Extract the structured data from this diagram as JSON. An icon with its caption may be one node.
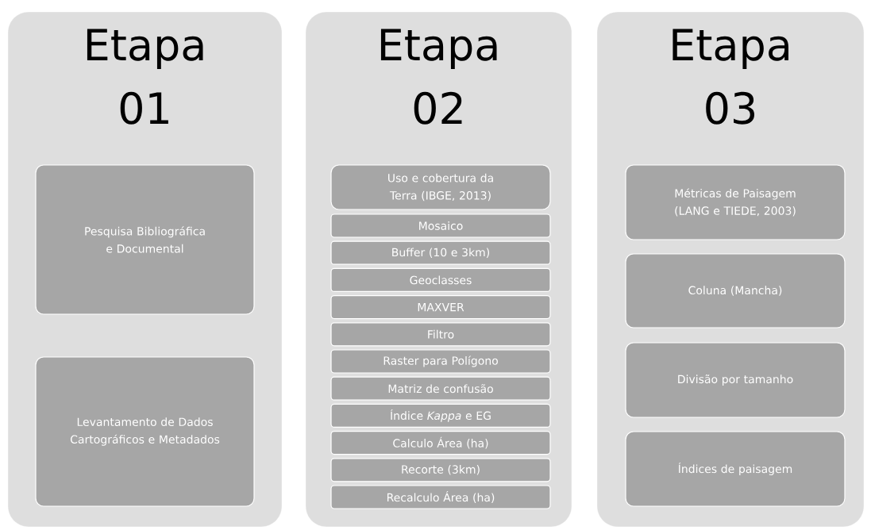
{
  "diagram": {
    "nodes": [
      {
        "text": [
          "Etapa 01"
        ]
      },
      {
        "text": [
          "Pesquisa Bibliográfica e Documental"
        ],
        "in": 0
      },
      {
        "text": [
          "Levantamento de Dados Cartográficos e Metadados"
        ],
        "in": 0
      },
      {
        "text": [
          "Etapa 02"
        ]
      },
      {
        "text": [
          "Uso e cobertura da Terra (IBGE, 2013)"
        ],
        "in": 3
      },
      {
        "text": [
          "Mosaico"
        ],
        "in": 3
      },
      {
        "text": [
          "Buffer (10 e 3km)"
        ],
        "in": 3
      },
      {
        "text": [
          "Geoclasses"
        ],
        "in": 3
      },
      {
        "text": [
          "MAXVER"
        ],
        "in": 3
      },
      {
        "text": [
          "Filtro"
        ],
        "in": 3
      },
      {
        "text": [
          "Raster para Polígono"
        ],
        "in": 3
      },
      {
        "text": [
          "Matriz de confusão"
        ],
        "in": 3
      },
      {
        "text": [
          "Índice *Kappa* e EG"
        ],
        "in": 3
      },
      {
        "text": [
          "Calculo Área (ha)"
        ],
        "in": 3
      },
      {
        "text": [
          "Recorte (3km)"
        ],
        "in": 3
      },
      {
        "text": [
          "Recalculo Área (ha)"
        ],
        "in": 3
      },
      {
        "text": [
          "Etapa 03"
        ]
      },
      {
        "text": [
          "Métricas de Paisagem (LANG e TIEDE, 2003)"
        ],
        "in": 16
      },
      {
        "text": [
          "Coluna (Mancha)"
        ],
        "in": 16
      },
      {
        "text": [
          "Divisão por tamanho"
        ],
        "in": 16
      },
      {
        "text": [
          "Índices de paisagem"
        ],
        "in": 16
      }
    ]
  }
}
